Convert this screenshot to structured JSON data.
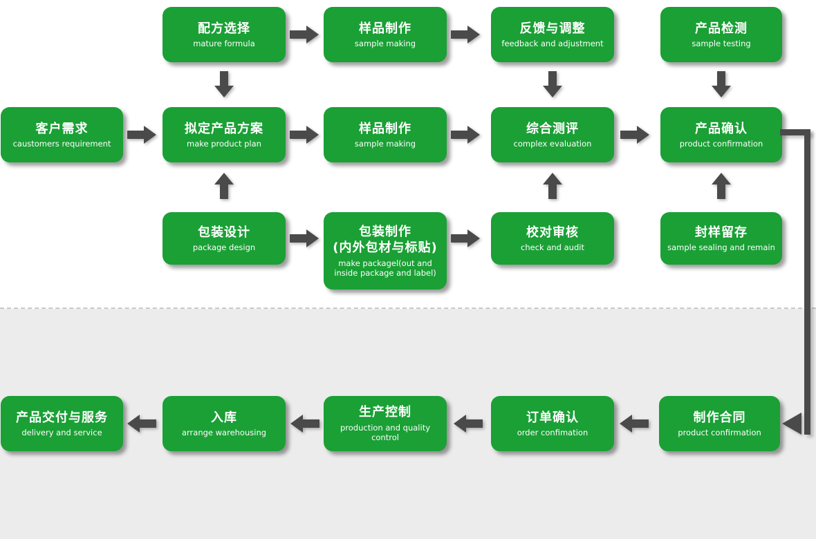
{
  "colors": {
    "node_green": "#1aa035",
    "arrow_gray": "#4a4a4a",
    "bottom_section_bg": "#ececec",
    "divider_gray": "#c9c9c9",
    "text_white": "#ffffff"
  },
  "nodes": [
    {
      "title": "配方选择",
      "subtitle": "mature formula"
    },
    {
      "title": "样品制作",
      "subtitle": "sample making"
    },
    {
      "title": "反馈与调整",
      "subtitle": "feedback and adjustment"
    },
    {
      "title": "产品检测",
      "subtitle": "sample testing"
    },
    {
      "title": "客户需求",
      "subtitle": "caustomers requirement"
    },
    {
      "title": "拟定产品方案",
      "subtitle": "make product plan"
    },
    {
      "title": "样品制作",
      "subtitle": "sample making"
    },
    {
      "title": "综合测评",
      "subtitle": "complex evaluation"
    },
    {
      "title": "产品确认",
      "subtitle": "product confirmation"
    },
    {
      "title": "包装设计",
      "subtitle": "package design"
    },
    {
      "title": "包装制作\n(内外包材与标贴)",
      "subtitle": "make packagel(out and inside package and label)"
    },
    {
      "title": "校对审核",
      "subtitle": "check and audit"
    },
    {
      "title": "封样留存",
      "subtitle": "sample sealing and remain"
    },
    {
      "title": "产品交付与服务",
      "subtitle": "delivery and service"
    },
    {
      "title": "入库",
      "subtitle": "arrange warehousing"
    },
    {
      "title": "生产控制",
      "subtitle": "production and quality control"
    },
    {
      "title": "订单确认",
      "subtitle": "order confimation"
    },
    {
      "title": "制作合同",
      "subtitle": "product confirmation"
    }
  ]
}
